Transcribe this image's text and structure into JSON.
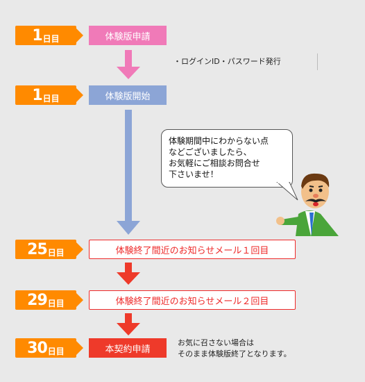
{
  "steps": [
    {
      "day_num": "1",
      "day_unit": "日目",
      "label": "体験版申請"
    },
    {
      "day_num": "1",
      "day_unit": "日目",
      "label": "体験版開始"
    },
    {
      "day_num": "25",
      "day_unit": "日目",
      "label": "体験終了間近のお知らせメール１回目"
    },
    {
      "day_num": "29",
      "day_unit": "日目",
      "label": "体験終了間近のお知らせメール２回目"
    },
    {
      "day_num": "30",
      "day_unit": "日目",
      "label": "本契約申請"
    }
  ],
  "notes": {
    "login": "・ログインID・パスワード発行",
    "end_line1": "お気に召さない場合は",
    "end_line2": "そのまま体験版終了となります。"
  },
  "bubble": {
    "line1": "体験期間中にわからない点",
    "line2": "などございましたら、",
    "line3": "お気軽にご相談お問合せ",
    "line4": "下さいませ！"
  },
  "colors": {
    "badge": "#ff8a00",
    "pink": "#f07ab8",
    "blue": "#8ca5d6",
    "red": "#ee2a2a",
    "background": "#e9e9e9"
  }
}
